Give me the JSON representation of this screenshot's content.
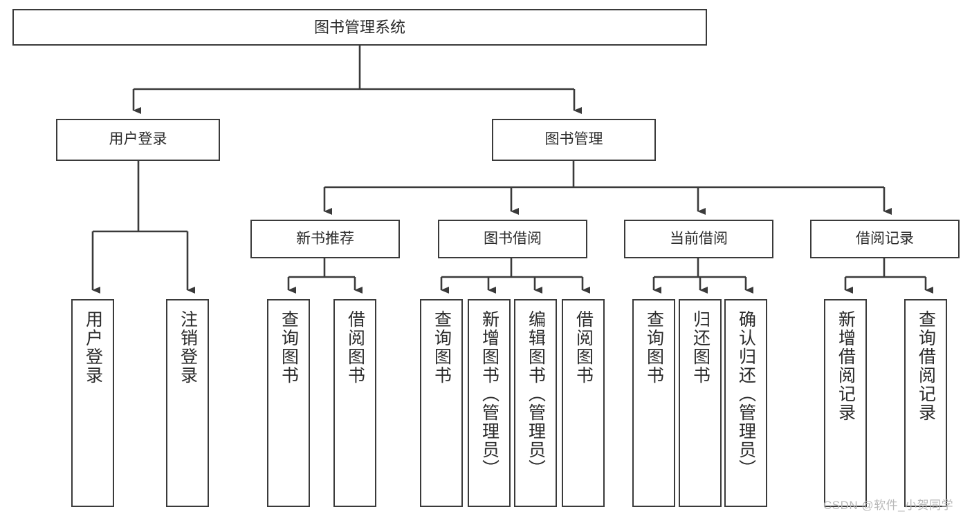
{
  "diagram": {
    "type": "tree-hierarchy-chart",
    "title": "图书管理系统",
    "stroke_color": "#3a3a3a",
    "text_color": "#2b2b2b",
    "background_color": "#ffffff",
    "nodes": {
      "root": {
        "label": "图书管理系统"
      },
      "level1": [
        {
          "id": "user-login",
          "label": "用户登录"
        },
        {
          "id": "book-management",
          "label": "图书管理"
        }
      ],
      "level2": [
        {
          "id": "new-book-recommend",
          "label": "新书推荐"
        },
        {
          "id": "book-borrow",
          "label": "图书借阅"
        },
        {
          "id": "current-borrow",
          "label": "当前借阅"
        },
        {
          "id": "borrow-record",
          "label": "借阅记录"
        }
      ],
      "leaves": [
        {
          "id": "leaf-user-login",
          "label": "用户登录",
          "parent": "user-login"
        },
        {
          "id": "leaf-logout",
          "label": "注销登录",
          "parent": "user-login"
        },
        {
          "id": "leaf-query-book-1",
          "label": "查询图书",
          "parent": "new-book-recommend"
        },
        {
          "id": "leaf-borrow-book-1",
          "label": "借阅图书",
          "parent": "new-book-recommend"
        },
        {
          "id": "leaf-query-book-2",
          "label": "查询图书",
          "parent": "book-borrow"
        },
        {
          "id": "leaf-add-book",
          "label": "新增图书（管理员）",
          "parent": "book-borrow"
        },
        {
          "id": "leaf-edit-book",
          "label": "编辑图书（管理员）",
          "parent": "book-borrow"
        },
        {
          "id": "leaf-borrow-book-2",
          "label": "借阅图书",
          "parent": "book-borrow"
        },
        {
          "id": "leaf-query-book-3",
          "label": "查询图书",
          "parent": "current-borrow"
        },
        {
          "id": "leaf-return-book",
          "label": "归还图书",
          "parent": "current-borrow"
        },
        {
          "id": "leaf-confirm-return",
          "label": "确认归还（管理员）",
          "parent": "current-borrow"
        },
        {
          "id": "leaf-add-record",
          "label": "新增借阅记录",
          "parent": "borrow-record"
        },
        {
          "id": "leaf-query-record",
          "label": "查询借阅记录",
          "parent": "borrow-record"
        }
      ]
    },
    "watermark": "CSDN @软件_小贺同学"
  }
}
